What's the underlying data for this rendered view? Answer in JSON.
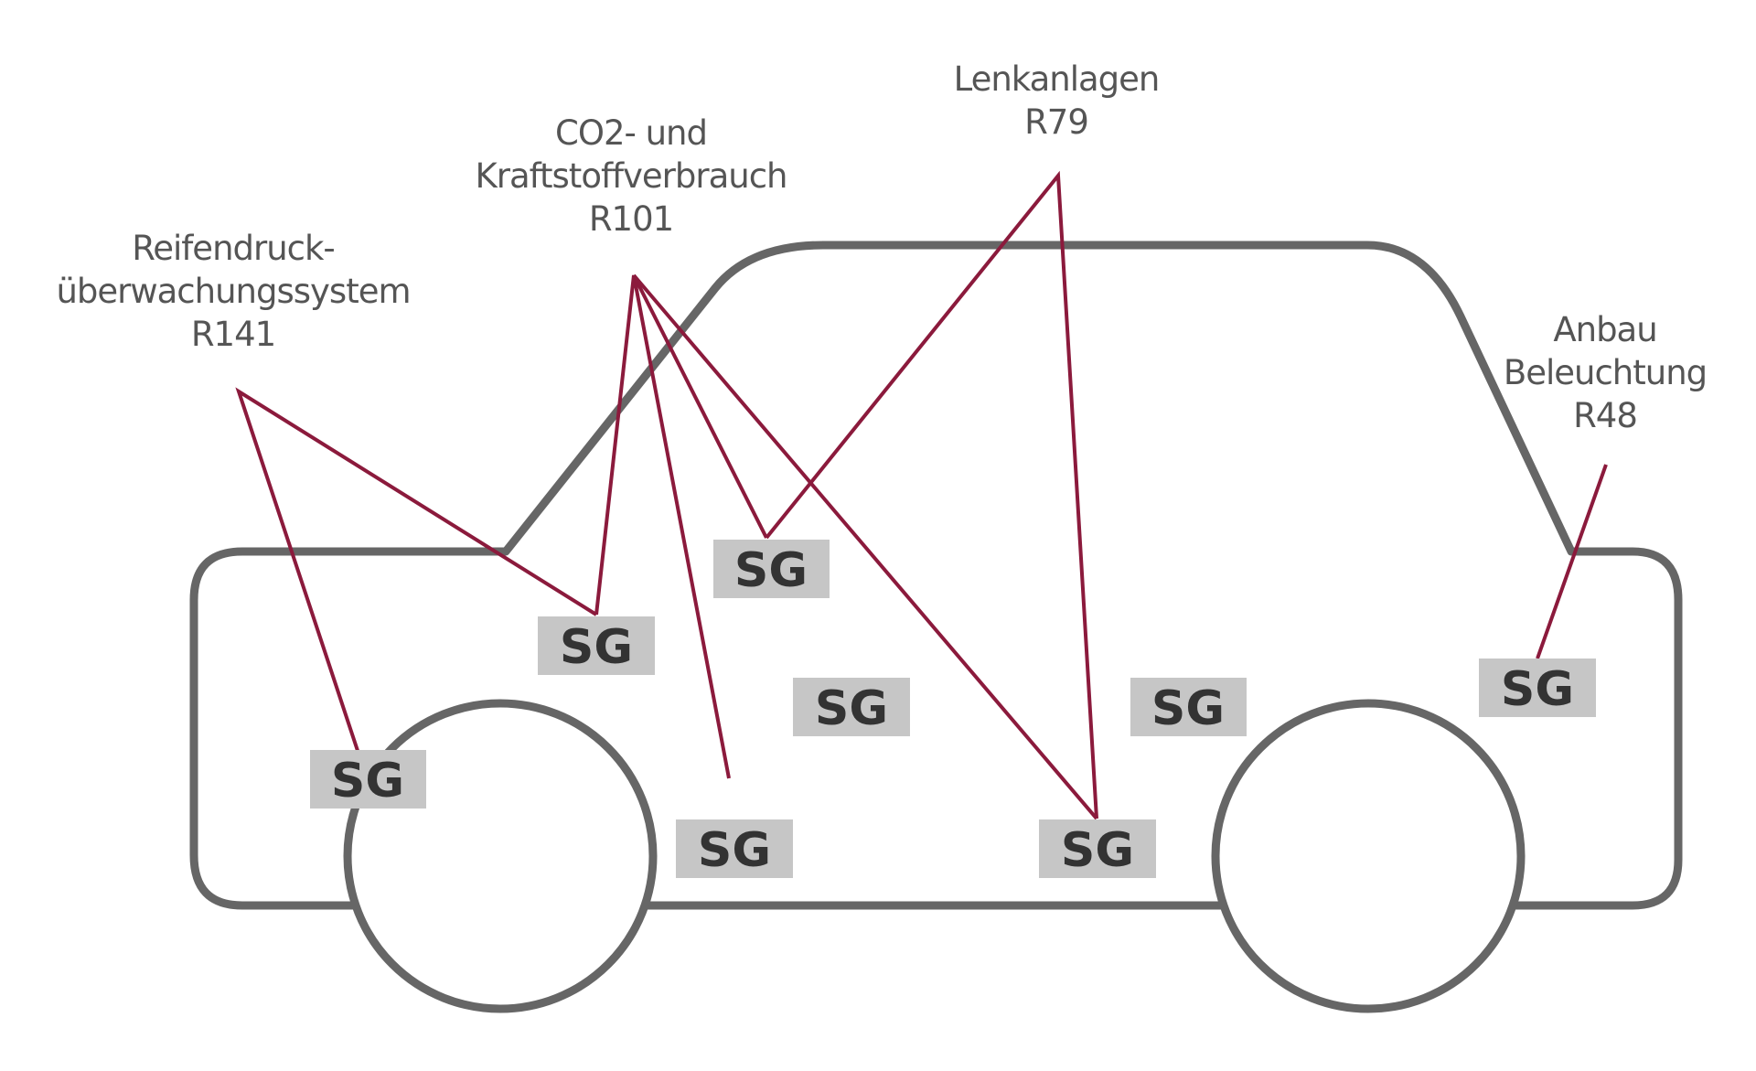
{
  "diagram": {
    "labels": {
      "tpms": {
        "line1": "Reifendruck-",
        "line2": "überwachungssystem",
        "code": "R141"
      },
      "co2": {
        "line1": "CO2- und",
        "line2": "Kraftstoffverbrauch",
        "code": "R101"
      },
      "steering": {
        "line1": "Lenkanlagen",
        "code": "R79"
      },
      "lighting": {
        "line1": "Anbau",
        "line2": "Beleuchtung",
        "code": "R48"
      }
    },
    "control_units": [
      {
        "id": "sg-1",
        "label": "SG"
      },
      {
        "id": "sg-2",
        "label": "SG"
      },
      {
        "id": "sg-3",
        "label": "SG"
      },
      {
        "id": "sg-4",
        "label": "SG"
      },
      {
        "id": "sg-5",
        "label": "SG"
      },
      {
        "id": "sg-6",
        "label": "SG"
      },
      {
        "id": "sg-7",
        "label": "SG"
      },
      {
        "id": "sg-8",
        "label": "SG"
      }
    ],
    "colors": {
      "connection": "#8b1a3c",
      "car_outline": "#666666",
      "control_unit_box": "#c6c6c6",
      "label_text": "#555555"
    }
  }
}
